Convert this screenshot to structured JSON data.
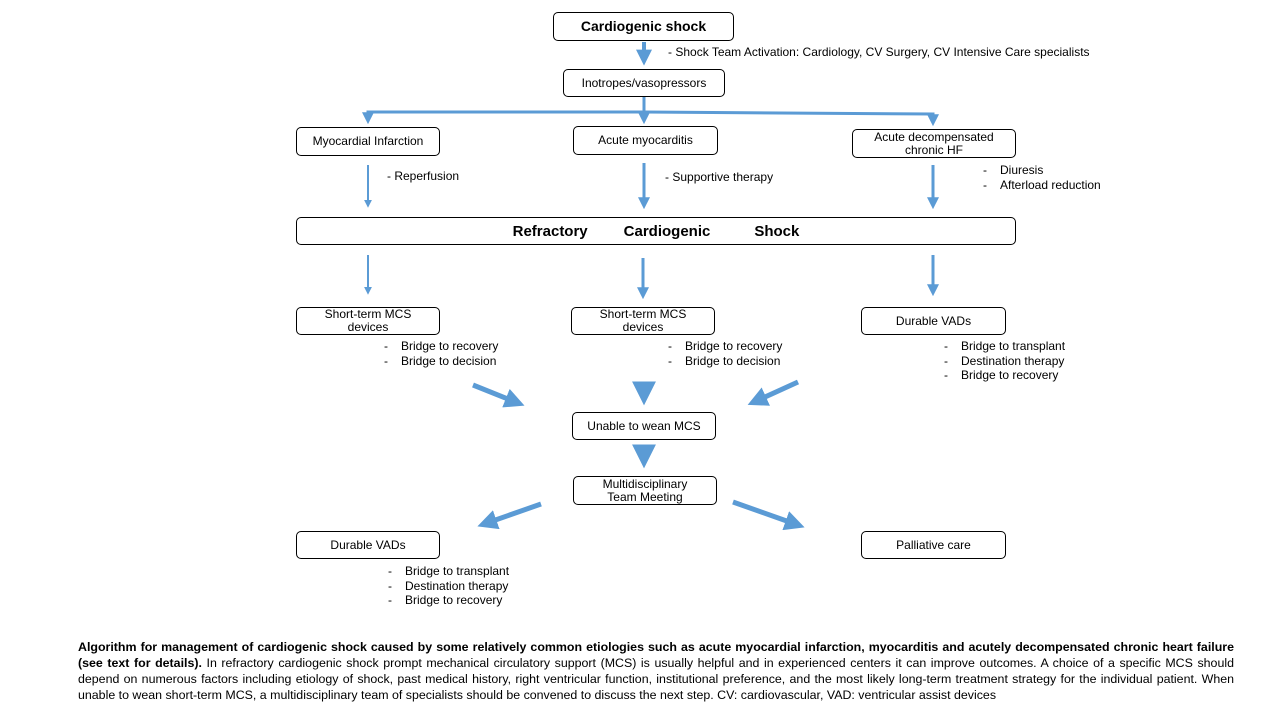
{
  "colors": {
    "arrow": "#5b9bd5",
    "box_border": "#000000"
  },
  "nodes": {
    "cardiogenic_shock": "Cardiogenic shock",
    "inotropes": "Inotropes/vasopressors",
    "mi": "Myocardial Infarction",
    "myocarditis": "Acute myocarditis",
    "adhf": "Acute decompensated\nchronic HF",
    "refractory": [
      "Refractory",
      "Cardiogenic",
      "Shock"
    ],
    "short_mcs_left": "Short-term MCS\ndevices",
    "short_mcs_mid": "Short-term MCS\ndevices",
    "durable_vads_right": "Durable VADs",
    "unable_wean": "Unable to wean MCS",
    "mdt": "Multidisciplinary\nTeam Meeting",
    "durable_vads_bottom": "Durable VADs",
    "palliative": "Palliative care"
  },
  "notes": {
    "shock_team": "Shock Team Activation: Cardiology, CV Surgery, CV Intensive Care specialists",
    "reperfusion": "Reperfusion",
    "supportive": "Supportive therapy",
    "adhf_treatment": [
      "Diuresis",
      "Afterload reduction"
    ],
    "short_left": [
      "Bridge to recovery",
      "Bridge to decision"
    ],
    "short_mid": [
      "Bridge to recovery",
      "Bridge to decision"
    ],
    "durable_right": [
      "Bridge to transplant",
      "Destination therapy",
      "Bridge to recovery"
    ],
    "durable_bottom": [
      "Bridge to transplant",
      "Destination therapy",
      "Bridge to recovery"
    ]
  },
  "caption": {
    "bold": "Algorithm for management of cardiogenic shock caused by some relatively common etiologies such as acute myocardial infarction, myocarditis and acutely decompensated  chronic heart failure (see text for details).",
    "text": " In refractory cardiogenic shock prompt mechanical circulatory support (MCS) is usually helpful and in experienced centers it can improve outcomes. A choice of a specific MCS should depend on numerous factors including etiology of shock, past medical history, right ventricular function, institutional preference, and the most likely long-term treatment strategy for the individual patient.  When unable to wean short-term MCS, a multidisciplinary  team of specialists should be convened to discuss the next step. CV: cardiovascular, VAD: ventricular assist devices"
  }
}
